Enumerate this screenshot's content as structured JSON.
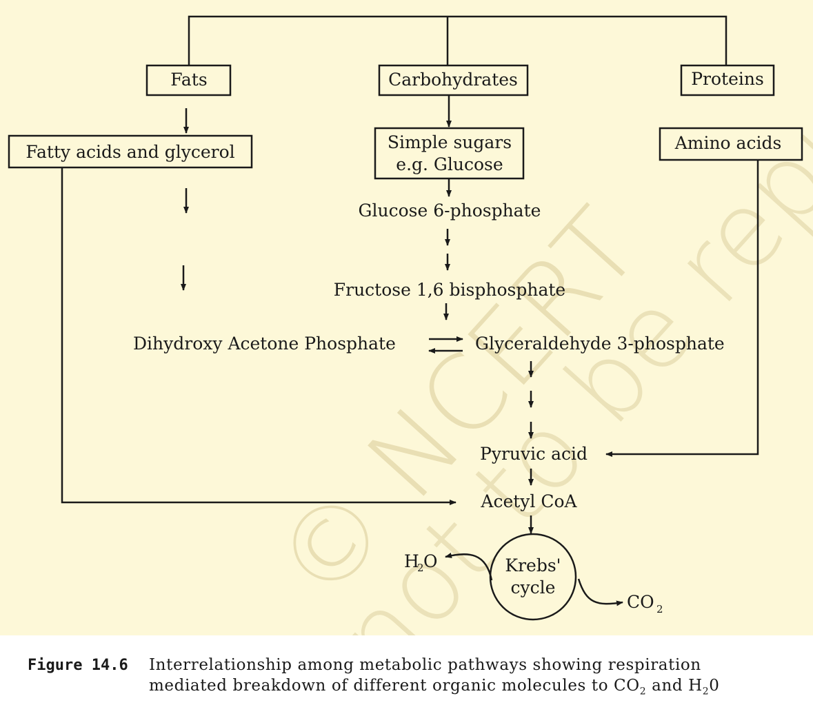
{
  "nodes": {
    "fats": "Fats",
    "carbohydrates": "Carbohydrates",
    "proteins": "Proteins",
    "fatty_acids": "Fatty acids and glycerol",
    "simple_sugars_1": "Simple sugars",
    "simple_sugars_2": "e.g. Glucose",
    "amino_acids": "Amino acids",
    "glucose_6p": "Glucose 6-phosphate",
    "fructose_bp": "Fructose 1,6 bisphosphate",
    "dhap": "Dihydroxy Acetone Phosphate",
    "g3p": "Glyceraldehyde 3-phosphate",
    "pyruvic": "Pyruvic acid",
    "acetyl_coa": "Acetyl CoA",
    "krebs_1": "Krebs'",
    "krebs_2": "cycle",
    "h2o_h": "H",
    "h2o_sub": "2",
    "h2o_o": "O",
    "co2_main": "CO",
    "co2_sub": "2"
  },
  "watermark": {
    "line1": "© NCERT",
    "line2": "not to be republished"
  },
  "caption": {
    "figure_label": "Figure 14.6",
    "line1": "Interrelationship among metabolic pathways showing respiration",
    "line2_a": "mediated breakdown of different organic molecules to CO",
    "line2_sub1": "2",
    "line2_b": " and H",
    "line2_sub2": "2",
    "line2_c": "0"
  },
  "colors": {
    "background": "#fdf8d8",
    "stroke": "#1a1a1a",
    "watermark": "#e9dfb4"
  }
}
